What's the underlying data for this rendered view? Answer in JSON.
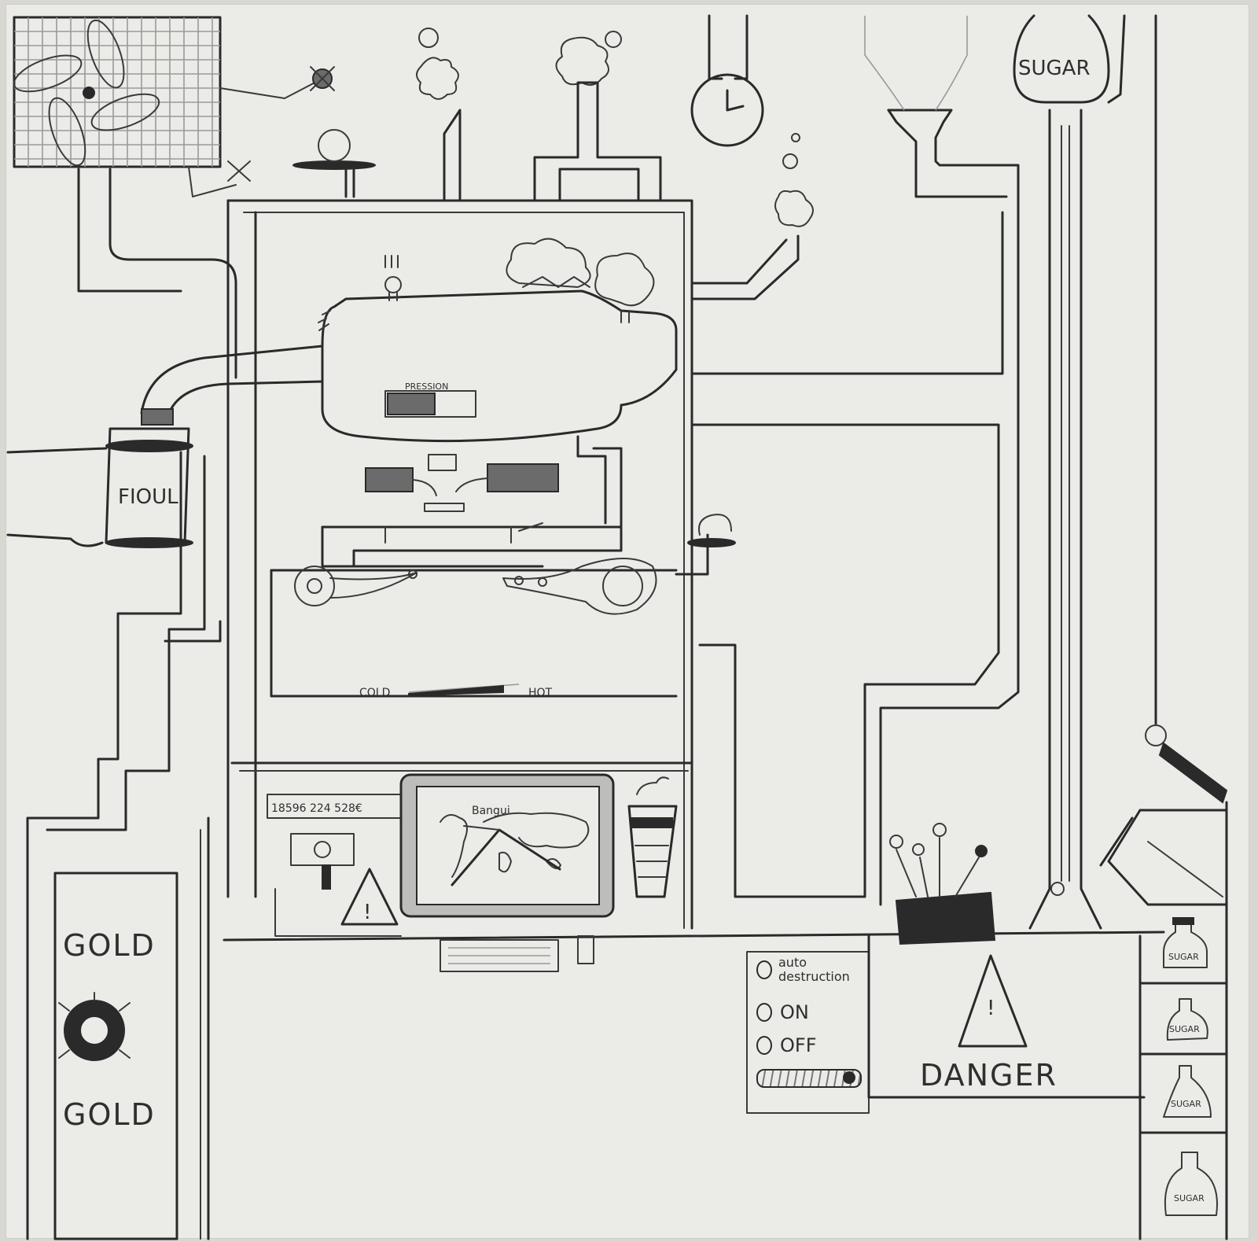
{
  "labels": {
    "fuel_tank": "FIOUL",
    "sugar_hopper": "SUGAR",
    "pressure_gauge": "PRESSION",
    "temp_cold": "COLD",
    "temp_hot": "HOT",
    "gold_top": "GOLD",
    "gold_bottom": "GOLD",
    "counter_readout": "18596  224  528€",
    "map_city": "Bangui",
    "control_auto": "auto destruction",
    "control_on": "ON",
    "control_off": "OFF",
    "danger": "DANGER",
    "sugar_jar_1": "SUGAR",
    "sugar_jar_2": "SUGAR",
    "sugar_jar_3": "SUGAR",
    "sugar_jar_4": "SUGAR",
    "warning_mark": "!",
    "danger_mark": "!"
  },
  "gauges": {
    "temperature_level": 0.85,
    "pressure_level": 0.55
  },
  "colors": {
    "paper": "#ebebe8",
    "pencil": "#2a2a2a",
    "shade": "#6b6b6b"
  }
}
